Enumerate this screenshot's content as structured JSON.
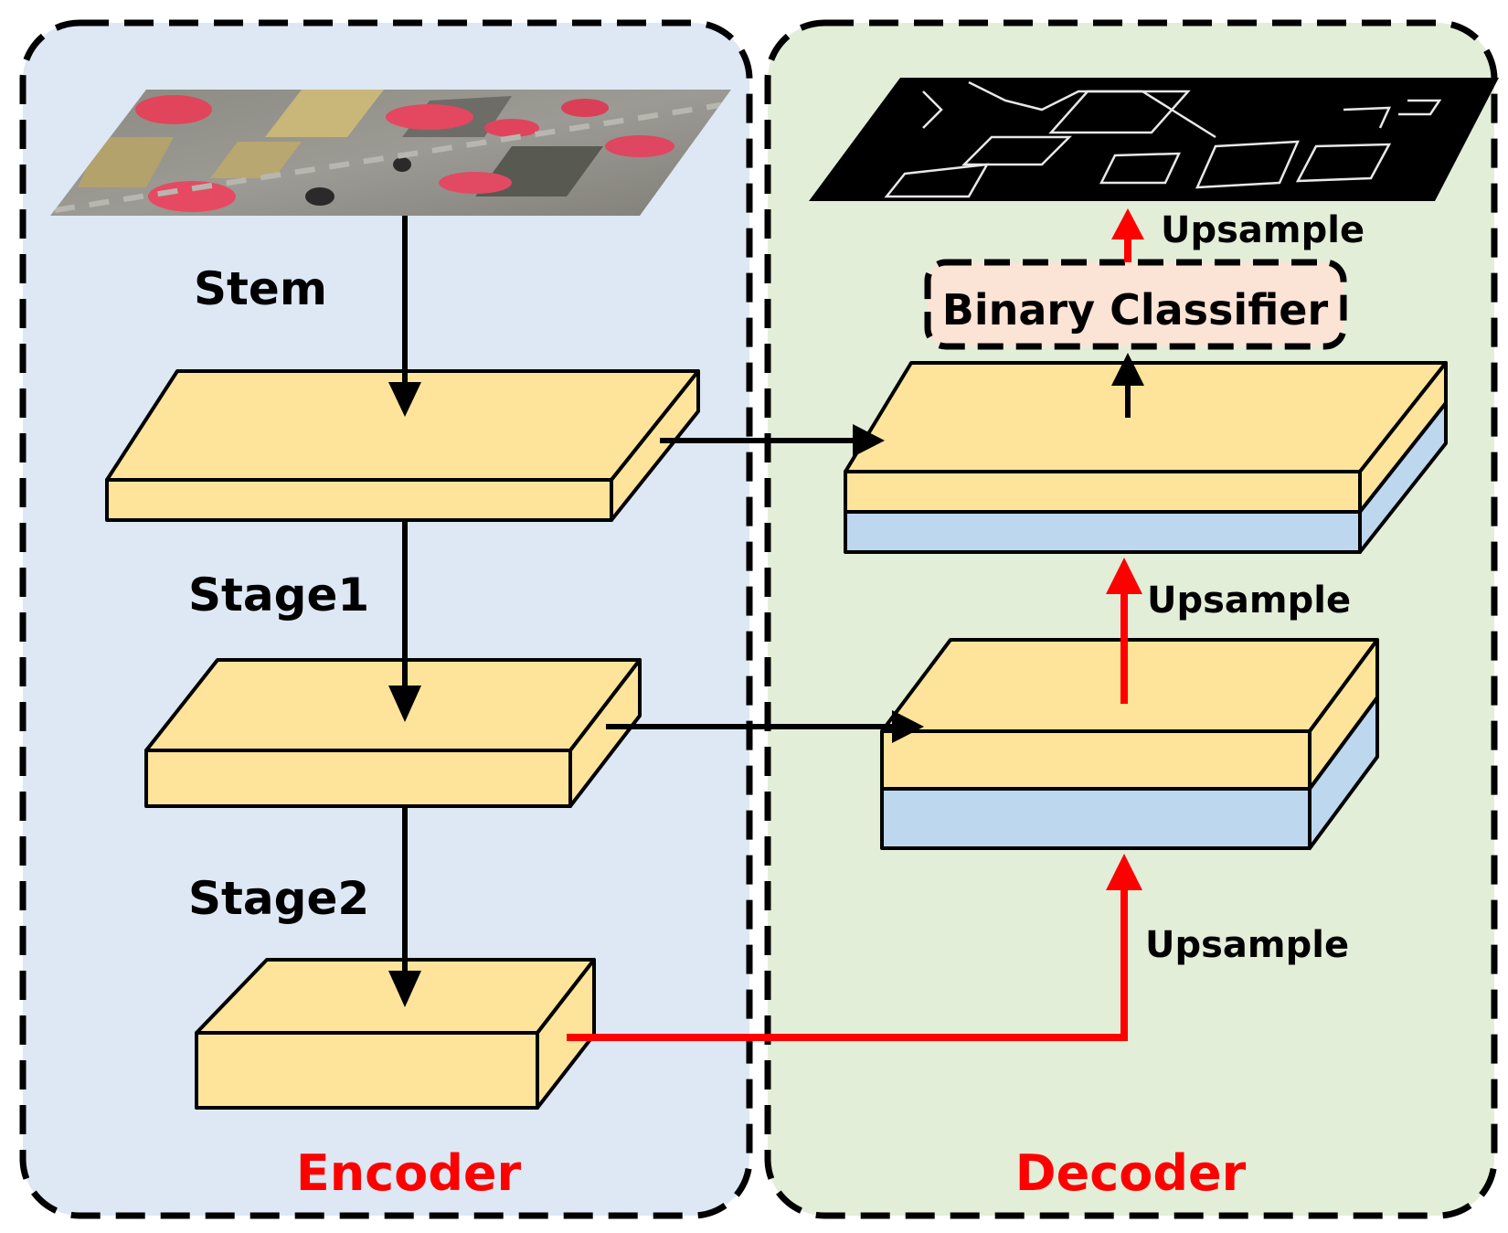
{
  "encoder": {
    "title": "Encoder",
    "bg": "#dde8f4"
  },
  "decoder": {
    "title": "Decoder",
    "bg": "#e3eed9"
  },
  "labels": {
    "stem": "Stem",
    "stage1": "Stage1",
    "stage2": "Stage2",
    "upsample_top": "Upsample",
    "upsample_mid": "Upsample",
    "upsample_bottom": "Upsample",
    "classifier": "Binary Classifier"
  },
  "colors": {
    "feature_block": "#fde49a",
    "decoder_block": "#bdd7ee",
    "classifier_bg": "#fbe3d6",
    "skip_arrow": "#000000",
    "upsample_arrow": "#ff0000",
    "title_text": "#ff0000"
  },
  "images": {
    "input": "aerial-image-icon",
    "output": "edge-map-icon"
  }
}
